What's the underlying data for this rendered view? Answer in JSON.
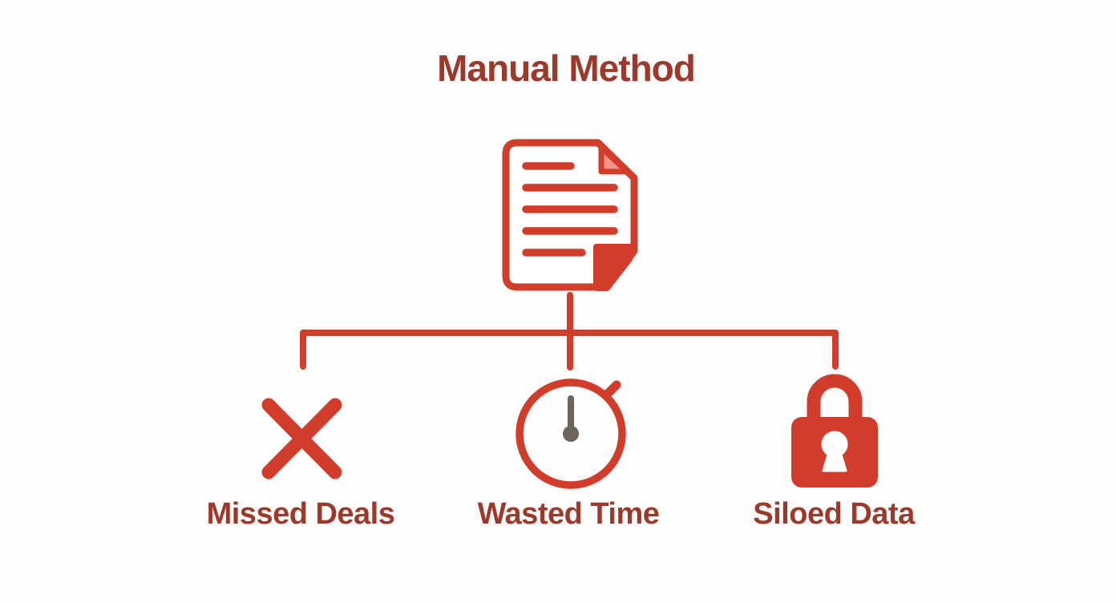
{
  "colors": {
    "accent_red": "#d23c2a",
    "text_dark_red": "#9c392b",
    "fold_pink": "#f0948a",
    "hand_gray": "#6e655d",
    "background": "#fefefe"
  },
  "header": {
    "title": "Manual Method"
  },
  "diagram": {
    "root": {
      "icon": "document-icon",
      "description": "paper document with folded corners and text lines"
    },
    "branches": [
      {
        "icon": "x-mark-icon",
        "label": "Missed Deals"
      },
      {
        "icon": "stopwatch-icon",
        "label": "Wasted Time"
      },
      {
        "icon": "lock-icon",
        "label": "Siloed Data"
      }
    ]
  }
}
